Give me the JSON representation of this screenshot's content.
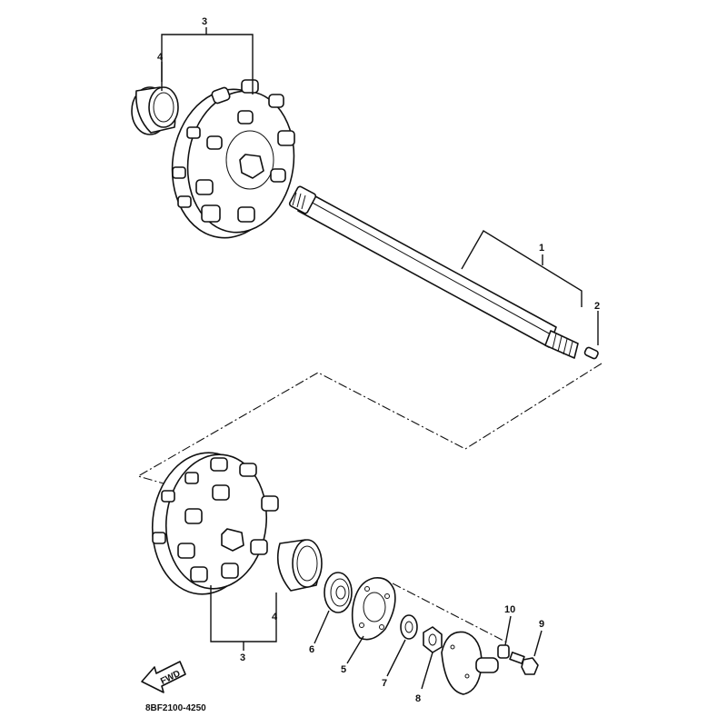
{
  "callouts": {
    "c1": "1",
    "c2": "2",
    "c3_top": "3",
    "c4_top": "4",
    "c3_bottom": "3",
    "c4_bottom": "4",
    "c5": "5",
    "c6": "6",
    "c7": "7",
    "c8": "8",
    "c9": "9",
    "c10": "10"
  },
  "fwd_arrow": {
    "label": "FWD"
  },
  "diagram_code": "8BF2100-4250"
}
